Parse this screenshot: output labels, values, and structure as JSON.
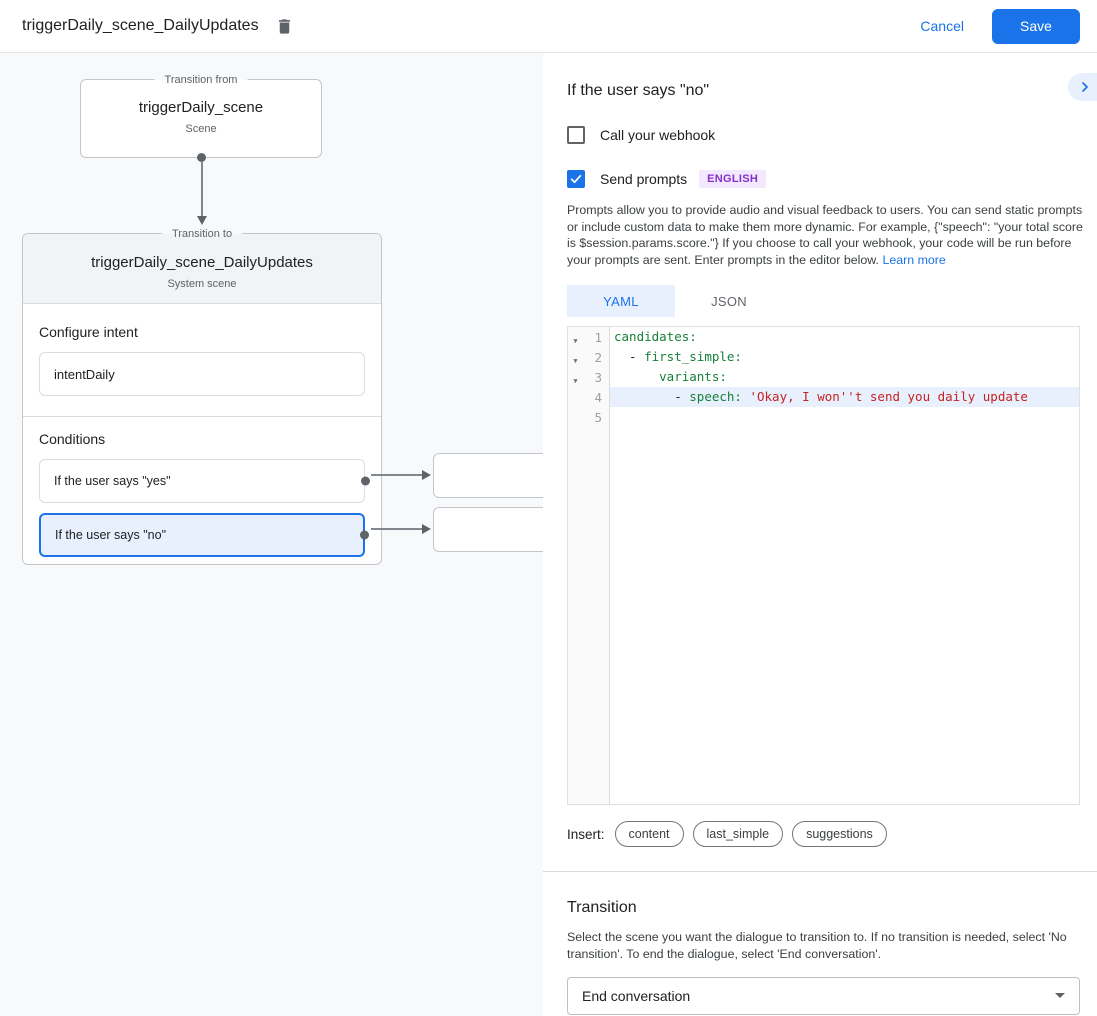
{
  "topbar": {
    "title": "triggerDaily_scene_DailyUpdates",
    "cancel_label": "Cancel",
    "save_label": "Save"
  },
  "flow": {
    "from": {
      "legend": "Transition from",
      "name": "triggerDaily_scene",
      "type": "Scene"
    },
    "to": {
      "legend": "Transition to",
      "name": "triggerDaily_scene_DailyUpdates",
      "type": "System scene"
    },
    "configure_intent": {
      "label": "Configure intent",
      "value": "intentDaily"
    },
    "conditions": {
      "label": "Conditions",
      "items": [
        {
          "label": "If the user says \"yes\"",
          "selected": false
        },
        {
          "label": "If the user says \"no\"",
          "selected": true
        }
      ]
    }
  },
  "panel": {
    "title": "If the user says \"no\"",
    "webhook": {
      "label": "Call your webhook",
      "checked": false
    },
    "prompts": {
      "label": "Send prompts",
      "badge": "ENGLISH",
      "checked": true,
      "description": "Prompts allow you to provide audio and visual feedback to users. You can send static prompts or include custom data to make them more dynamic. For example, {\"speech\": \"your total score is $session.params.score.\"} If you choose to call your webhook, your code will be run before your prompts are sent. Enter prompts in the editor below. ",
      "learn_more": "Learn more"
    },
    "tabs": {
      "yaml": "YAML",
      "json": "JSON",
      "active": "YAML"
    },
    "editor": {
      "line1": {
        "num": "1",
        "key": "candidates:"
      },
      "line2": {
        "num": "2",
        "pre": "  - ",
        "key": "first_simple:"
      },
      "line3": {
        "num": "3",
        "pre": "      ",
        "key": "variants:"
      },
      "line4": {
        "num": "4",
        "pre": "        - ",
        "key": "speech:",
        "str": " 'Okay, I won''t send you daily update"
      },
      "line5": {
        "num": "5"
      }
    },
    "insert": {
      "label": "Insert:",
      "chips": [
        "content",
        "last_simple",
        "suggestions"
      ]
    },
    "transition": {
      "title": "Transition",
      "description": "Select the scene you want the dialogue to transition to. If no transition is needed, select 'No transition'. To end the dialogue, select 'End conversation'.",
      "value": "End conversation"
    }
  }
}
